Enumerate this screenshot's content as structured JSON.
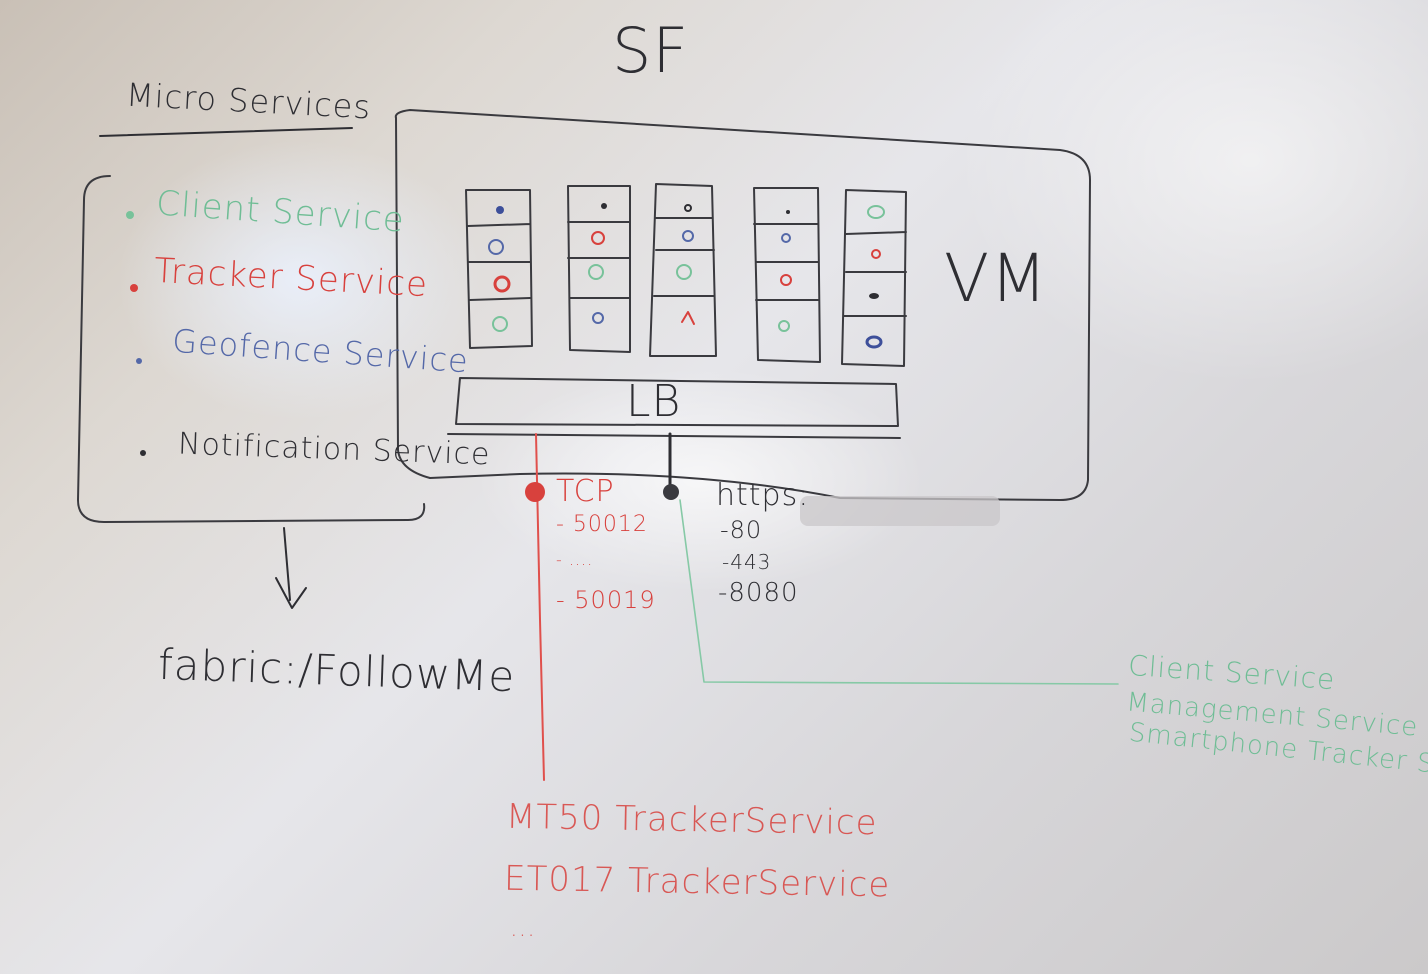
{
  "title": "SF",
  "vm_label": "VM",
  "lb_label": "LB",
  "legend": {
    "heading": "Micro Services",
    "items": [
      {
        "label": "Client Service",
        "color": "#78c29a"
      },
      {
        "label": "Tracker Service",
        "color": "#d8413d"
      },
      {
        "label": "Geofence Service",
        "color": "#5468a8"
      },
      {
        "label": "Notification Service",
        "color": "#2e2e33"
      }
    ]
  },
  "fabric_uri": "fabric:/FollowMe",
  "tcp": {
    "label": "TCP",
    "ports": [
      "- 50012",
      "- ....",
      "- 50019"
    ]
  },
  "https": {
    "label": "https:",
    "ports": [
      "-80",
      "-443",
      "-8080"
    ]
  },
  "green_services": [
    "Client Service",
    "Management Service",
    "Smartphone Tracker Service"
  ],
  "red_services": [
    "MT50 TrackerService",
    "ET017 TrackerService",
    "..."
  ],
  "colors": {
    "green": "#78c29a",
    "red": "#d8413d",
    "blue": "#5468a8",
    "dark": "#2e2e33"
  }
}
